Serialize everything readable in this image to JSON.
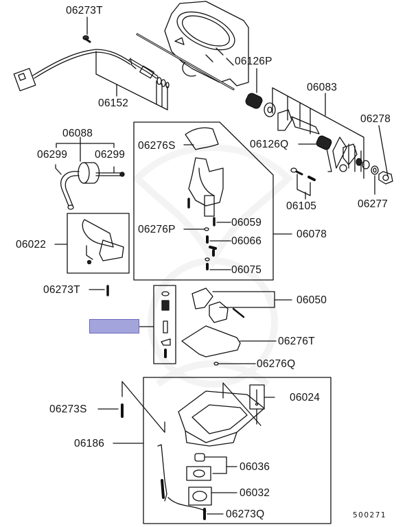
{
  "diagram": {
    "type": "exploded-parts-diagram",
    "subject": "throttle body / carburetor assembly",
    "figure_number": "500271",
    "highlight_color": "#a4a4dc",
    "labels": [
      {
        "id": "06273T-top",
        "text": "06273T"
      },
      {
        "id": "06152",
        "text": "06152"
      },
      {
        "id": "06126P",
        "text": "06126P"
      },
      {
        "id": "06083",
        "text": "06083"
      },
      {
        "id": "06278",
        "text": "06278"
      },
      {
        "id": "06088",
        "text": "06088"
      },
      {
        "id": "06299-left",
        "text": "06299"
      },
      {
        "id": "06299-right",
        "text": "06299"
      },
      {
        "id": "06276S",
        "text": "06276S"
      },
      {
        "id": "06126Q",
        "text": "06126Q"
      },
      {
        "id": "06105",
        "text": "06105"
      },
      {
        "id": "06277",
        "text": "06277"
      },
      {
        "id": "06022",
        "text": "06022"
      },
      {
        "id": "06276P",
        "text": "06276P"
      },
      {
        "id": "06059",
        "text": "06059"
      },
      {
        "id": "06066",
        "text": "06066"
      },
      {
        "id": "06078",
        "text": "06078"
      },
      {
        "id": "06075",
        "text": "06075"
      },
      {
        "id": "06273T-mid",
        "text": "06273T"
      },
      {
        "id": "06050",
        "text": "06050"
      },
      {
        "id": "06276T",
        "text": "06276T"
      },
      {
        "id": "06276Q",
        "text": "06276Q"
      },
      {
        "id": "06273S",
        "text": "06273S"
      },
      {
        "id": "06024",
        "text": "06024"
      },
      {
        "id": "06186",
        "text": "06186"
      },
      {
        "id": "06036",
        "text": "06036"
      },
      {
        "id": "06032",
        "text": "06032"
      },
      {
        "id": "06273Q",
        "text": "06273Q"
      }
    ],
    "highlighted_callout": {
      "text": "",
      "points_to": "jet kit (small parts set)"
    }
  }
}
